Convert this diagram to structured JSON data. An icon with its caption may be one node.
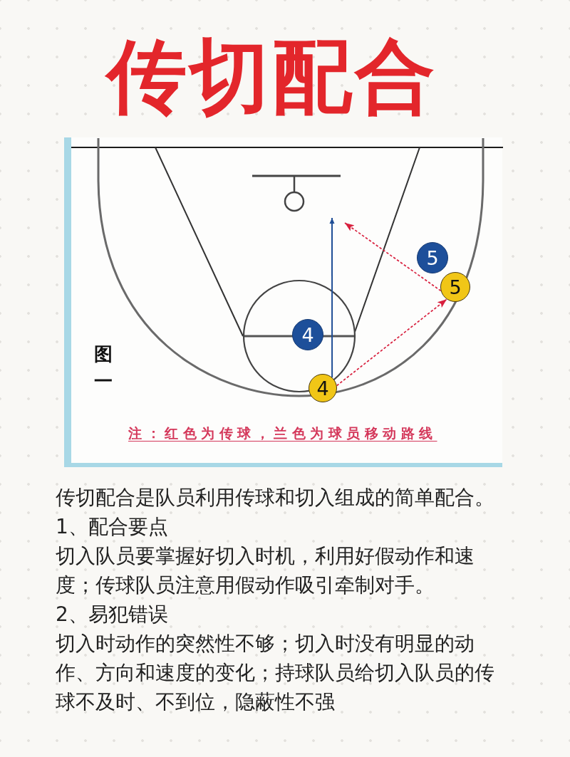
{
  "diagram": {
    "title": "传切配合",
    "nodes": [
      {
        "text": [
          "5"
        ]
      },
      {
        "text": [
          "5"
        ]
      },
      {
        "text": [
          "4"
        ]
      },
      {
        "text": [
          "4"
        ]
      }
    ],
    "edges": [
      {
        "from": 3,
        "to": 1,
        "arrow": "to",
        "style": "dashed"
      },
      {
        "from": 3,
        "to": null,
        "arrow": "to",
        "color": "#1f4e96"
      },
      {
        "from": 1,
        "to": null,
        "arrow": "to",
        "style": "dashed"
      }
    ],
    "labels": [
      "图一",
      "注：红色为传球，兰色为球员移动路线",
      "传切配合是队员利用传球和切入组成的简单配合。",
      "1、配合要点",
      "切入队员要掌握好切入时机，利用好假动作和速度；传球队员注意用假动作吸引牵制对手。",
      "2、易犯错误",
      "切入时动作的突然性不够；切入时没有明显的动作、方向和速度的变化；持球队员给切入队员的传球不及时、不到位，隐蔽性不强"
    ]
  }
}
